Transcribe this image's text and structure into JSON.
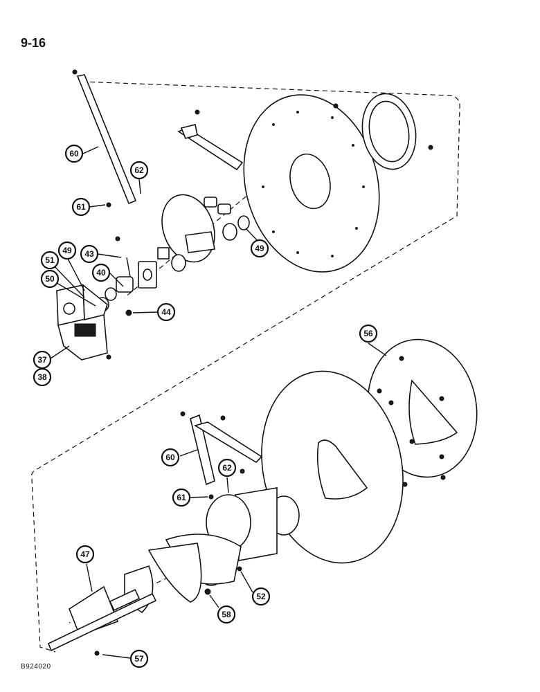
{
  "page_number": "9-16",
  "figure_code": "B924020",
  "callouts": [
    {
      "id": "60a",
      "label": "60"
    },
    {
      "id": "62a",
      "label": "62"
    },
    {
      "id": "61a",
      "label": "61"
    },
    {
      "id": "49a",
      "label": "49"
    },
    {
      "id": "43",
      "label": "43"
    },
    {
      "id": "49b",
      "label": "49"
    },
    {
      "id": "51",
      "label": "51"
    },
    {
      "id": "40",
      "label": "40"
    },
    {
      "id": "50",
      "label": "50"
    },
    {
      "id": "44",
      "label": "44"
    },
    {
      "id": "37",
      "label": "37"
    },
    {
      "id": "38",
      "label": "38"
    },
    {
      "id": "56",
      "label": "56"
    },
    {
      "id": "60b",
      "label": "60"
    },
    {
      "id": "62b",
      "label": "62"
    },
    {
      "id": "61b",
      "label": "61"
    },
    {
      "id": "47",
      "label": "47"
    },
    {
      "id": "52",
      "label": "52"
    },
    {
      "id": "58",
      "label": "58"
    },
    {
      "id": "57",
      "label": "57"
    }
  ]
}
